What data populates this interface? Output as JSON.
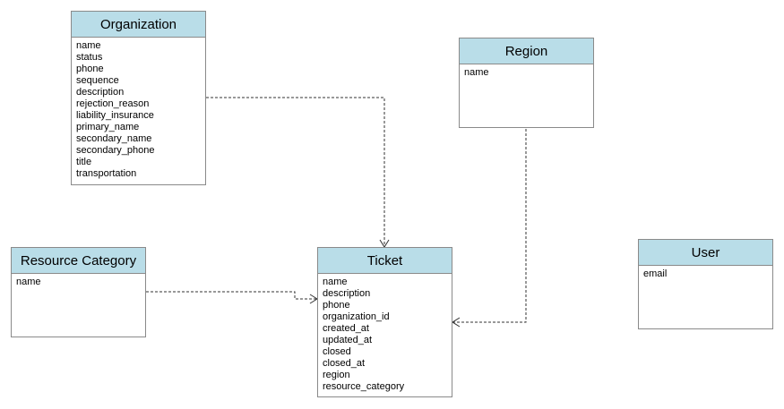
{
  "entities": {
    "organization": {
      "title": "Organization",
      "fields": [
        "name",
        "status",
        "phone",
        "sequence",
        "description",
        "rejection_reason",
        "liability_insurance",
        "primary_name",
        "secondary_name",
        "secondary_phone",
        "title",
        "transportation"
      ]
    },
    "region": {
      "title": "Region",
      "fields": [
        "name"
      ]
    },
    "resource_category": {
      "title": "Resource Category",
      "fields": [
        "name"
      ]
    },
    "ticket": {
      "title": "Ticket",
      "fields": [
        "name",
        "description",
        "phone",
        "organization_id",
        "created_at",
        "updated_at",
        "closed",
        "closed_at",
        "region",
        "resource_category"
      ]
    },
    "user": {
      "title": "User",
      "fields": [
        "email"
      ]
    }
  },
  "colors": {
    "header_fill": "#b9dde8",
    "border": "#8a8a8a",
    "connector": "#333333"
  }
}
